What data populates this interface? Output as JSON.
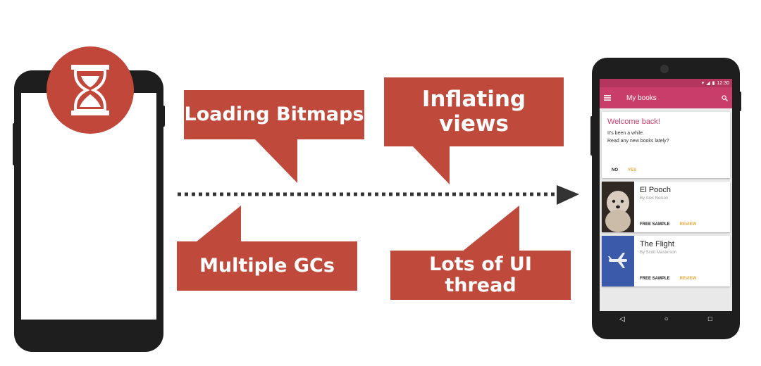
{
  "callouts": {
    "loading_bitmaps": "Loading Bitmaps",
    "inflating_views_line1": "Inflating",
    "inflating_views_line2": "views",
    "multiple_gcs": "Multiple GCs",
    "lots_of_ui_thread": "Lots of UI thread"
  },
  "colors": {
    "callout": "#bf4a3c",
    "app_accent": "#c83d6a",
    "action_accent": "#e8a93c"
  },
  "app": {
    "status_time": "12:30",
    "title": "My books",
    "welcome": {
      "heading": "Welcome back!",
      "line1": "It's been a while.",
      "line2": "Read any new books lately?",
      "no_label": "NO",
      "yes_label": "YES"
    },
    "books": [
      {
        "title": "El Pooch",
        "author": "By Alex Nelson",
        "sample_label": "FREE SAMPLE",
        "review_label": "REVIEW"
      },
      {
        "title": "The Flight",
        "author": "By Scott Masterson",
        "sample_label": "FREE SAMPLE",
        "review_label": "REVIEW"
      }
    ]
  },
  "icons": [
    "hourglass-icon",
    "menu-icon",
    "search-icon",
    "back-icon",
    "home-icon",
    "recents-icon",
    "airplane-icon",
    "dog-photo",
    "wifi-icon",
    "signal-icon",
    "battery-icon"
  ]
}
